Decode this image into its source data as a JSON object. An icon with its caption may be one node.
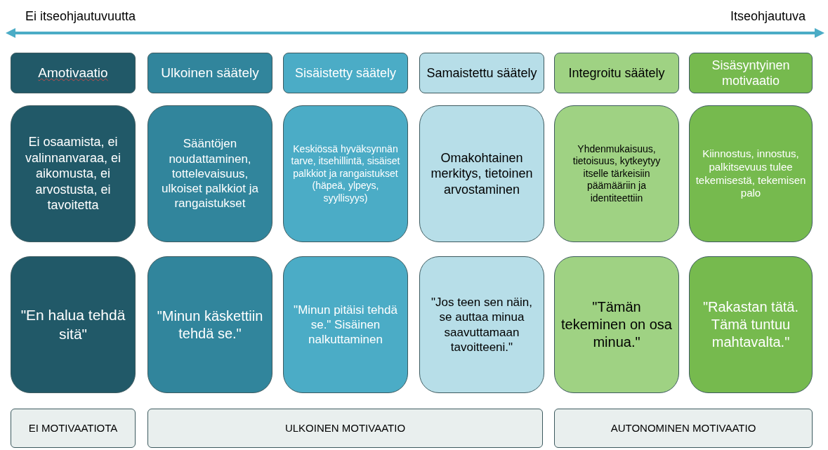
{
  "diagram": {
    "nodes": [
      {
        "text": [
          "Amotivaatio"
        ]
      },
      {
        "text": [
          "Ulkoinen säätely"
        ]
      },
      {
        "text": [
          "Sisäistetty säätely"
        ]
      },
      {
        "text": [
          "Samaistettu säätely"
        ]
      },
      {
        "text": [
          "Integroitu säätely"
        ]
      },
      {
        "text": [
          "Sisäsyntyinen motivaatio"
        ]
      },
      {
        "text": [
          "Ei osaamista, ei valinnanvaraa, ei aikomusta, ei arvostusta, ei tavoitetta"
        ]
      },
      {
        "text": [
          "Sääntöjen noudattaminen, tottelevaisuus, ulkoiset palkkiot ja rangaistukset"
        ]
      },
      {
        "text": [
          "Keskiössä hyväksynnän tarve, itsehillintä, sisäiset palkkiot ja rangaistukset (häpeä, ylpeys, syyllisyys)"
        ]
      },
      {
        "text": [
          "Omakohtainen merkitys, tietoinen arvostaminen"
        ]
      },
      {
        "text": [
          "Yhdenmukaisuus, tietoisuus, kytkeytyy itselle tärkeisiin päämääriin ja identiteettiin"
        ]
      },
      {
        "text": [
          "Kiinnostus, innostus, palkitsevuus tulee tekemisestä, tekemisen palo"
        ]
      },
      {
        "text": [
          "\"En halua tehdä sitä\""
        ]
      },
      {
        "text": [
          "\"Minun käskettiin tehdä se.\""
        ]
      },
      {
        "text": [
          "\"Minun pitäisi tehdä se.\" Sisäinen nalkuttaminen"
        ]
      },
      {
        "text": [
          "\"Jos teen sen näin, se auttaa minua saavuttamaan tavoitteeni.\""
        ]
      },
      {
        "text": [
          "\"Tämän tekeminen on osa minua.\""
        ]
      },
      {
        "text": [
          "\"Rakastan tätä. Tämä tuntuu mahtavalta.\""
        ]
      },
      {
        "text": [
          "EI MOTIVAATIOTA"
        ]
      },
      {
        "text": [
          "ULKOINEN MOTIVAATIO"
        ]
      },
      {
        "text": [
          "AUTONOMINEN MOTIVAATIO"
        ]
      }
    ],
    "labels": [
      "Ei itseohjautuvuutta",
      "Itseohjautuva"
    ]
  }
}
